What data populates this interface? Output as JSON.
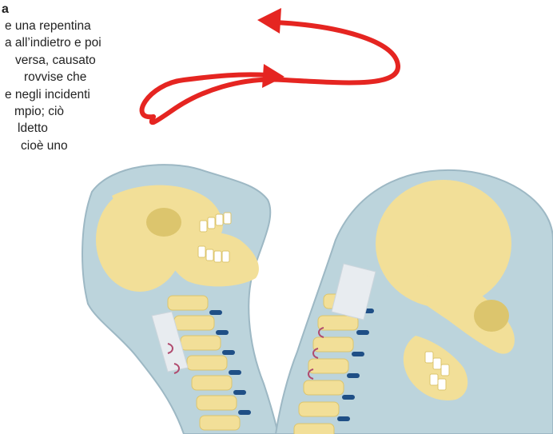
{
  "caption": {
    "heading": "a",
    "lines": [
      "e una repentina",
      "a all’indietro e poi",
      "versa, causato",
      "rovvise che",
      "e negli incidenti",
      "mpio; ciò",
      "ldetto",
      "cioè uno"
    ]
  },
  "colors": {
    "arrow": "#e52521",
    "background_tissue": "#bcd4dc",
    "skin_outline": "#9db8c4",
    "bone": "#f2df98",
    "bone_shadow": "#dcc56d",
    "spinal_disc": "#1f4f86",
    "ligament": "#e8ecf0",
    "nerve": "#b04a6e"
  },
  "icons": {
    "motion_arrow": "curved-whiplash-arrow",
    "left_skull": "skull-hyperextension",
    "right_skull": "skull-hyperflexion"
  }
}
